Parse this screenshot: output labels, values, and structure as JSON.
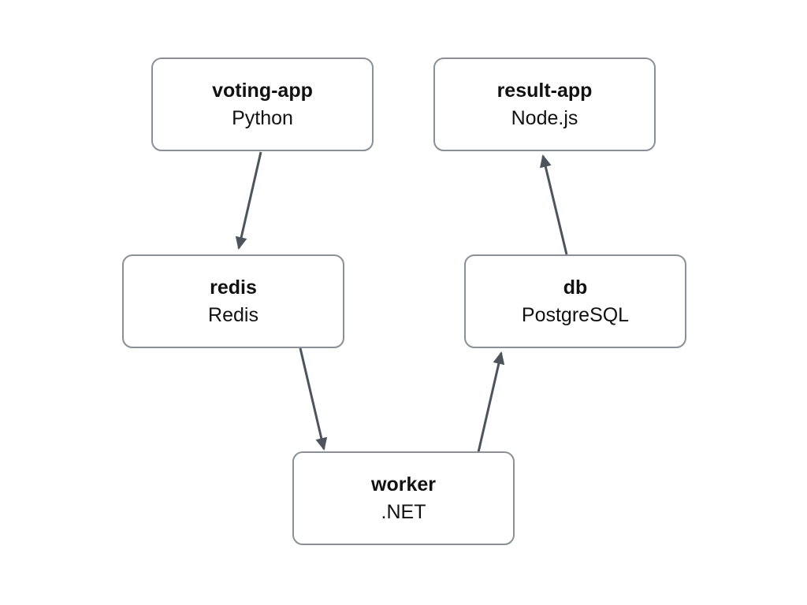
{
  "diagram": {
    "nodes": [
      {
        "id": "voting-app",
        "label": "voting-app",
        "sublabel": "Python"
      },
      {
        "id": "result-app",
        "label": "result-app",
        "sublabel": "Node.js"
      },
      {
        "id": "redis",
        "label": "redis",
        "sublabel": "Redis"
      },
      {
        "id": "db",
        "label": "db",
        "sublabel": "PostgreSQL"
      },
      {
        "id": "worker",
        "label": "worker",
        "sublabel": ".NET"
      }
    ],
    "edges": [
      {
        "from": "voting-app",
        "to": "redis"
      },
      {
        "from": "redis",
        "to": "worker"
      },
      {
        "from": "worker",
        "to": "db"
      },
      {
        "from": "db",
        "to": "result-app"
      }
    ],
    "colors": {
      "background": "#ffffff",
      "node_border": "#8a9096",
      "node_fill": "#ffffff",
      "arrow": "#4d545c",
      "text": "#111111"
    }
  }
}
